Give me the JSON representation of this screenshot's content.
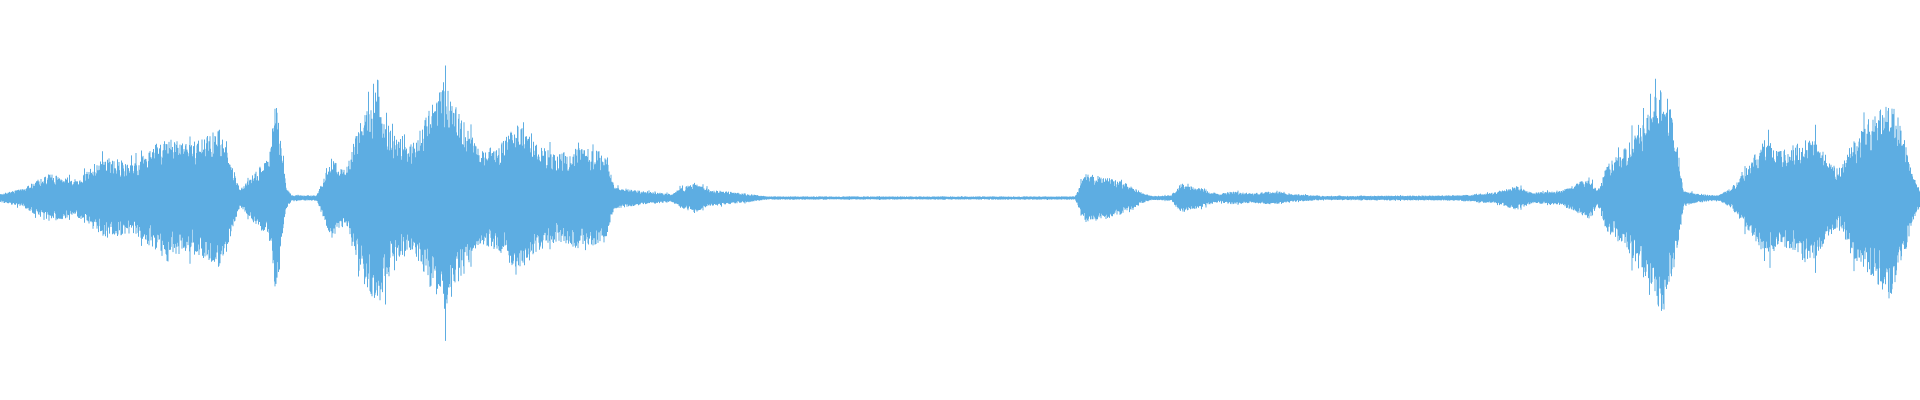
{
  "waveform": {
    "color": "#5DADE2",
    "background": "#FFFFFF",
    "envelope_keyframes": [
      [
        0.0,
        0.03
      ],
      [
        0.012,
        0.07
      ],
      [
        0.025,
        0.18
      ],
      [
        0.04,
        0.14
      ],
      [
        0.055,
        0.3
      ],
      [
        0.07,
        0.26
      ],
      [
        0.085,
        0.45
      ],
      [
        0.1,
        0.4
      ],
      [
        0.115,
        0.52
      ],
      [
        0.125,
        0.06
      ],
      [
        0.132,
        0.18
      ],
      [
        0.14,
        0.3
      ],
      [
        0.144,
        0.75
      ],
      [
        0.149,
        0.08
      ],
      [
        0.152,
        0.02
      ],
      [
        0.165,
        0.02
      ],
      [
        0.172,
        0.3
      ],
      [
        0.18,
        0.2
      ],
      [
        0.188,
        0.6
      ],
      [
        0.197,
        0.82
      ],
      [
        0.205,
        0.48
      ],
      [
        0.215,
        0.4
      ],
      [
        0.225,
        0.7
      ],
      [
        0.232,
        0.85
      ],
      [
        0.24,
        0.6
      ],
      [
        0.25,
        0.35
      ],
      [
        0.26,
        0.4
      ],
      [
        0.27,
        0.55
      ],
      [
        0.28,
        0.4
      ],
      [
        0.29,
        0.32
      ],
      [
        0.3,
        0.38
      ],
      [
        0.315,
        0.34
      ],
      [
        0.32,
        0.08
      ],
      [
        0.335,
        0.05
      ],
      [
        0.35,
        0.03
      ],
      [
        0.355,
        0.08
      ],
      [
        0.362,
        0.11
      ],
      [
        0.37,
        0.06
      ],
      [
        0.378,
        0.05
      ],
      [
        0.39,
        0.03
      ],
      [
        0.4,
        0.012
      ],
      [
        0.56,
        0.012
      ],
      [
        0.565,
        0.18
      ],
      [
        0.575,
        0.16
      ],
      [
        0.585,
        0.12
      ],
      [
        0.595,
        0.04
      ],
      [
        0.6,
        0.015
      ],
      [
        0.61,
        0.02
      ],
      [
        0.615,
        0.11
      ],
      [
        0.625,
        0.07
      ],
      [
        0.635,
        0.03
      ],
      [
        0.642,
        0.05
      ],
      [
        0.652,
        0.035
      ],
      [
        0.662,
        0.05
      ],
      [
        0.672,
        0.03
      ],
      [
        0.69,
        0.015
      ],
      [
        0.76,
        0.02
      ],
      [
        0.78,
        0.045
      ],
      [
        0.79,
        0.09
      ],
      [
        0.798,
        0.04
      ],
      [
        0.812,
        0.05
      ],
      [
        0.82,
        0.1
      ],
      [
        0.828,
        0.16
      ],
      [
        0.832,
        0.05
      ],
      [
        0.837,
        0.25
      ],
      [
        0.845,
        0.35
      ],
      [
        0.856,
        0.55
      ],
      [
        0.866,
        0.9
      ],
      [
        0.872,
        0.55
      ],
      [
        0.877,
        0.06
      ],
      [
        0.885,
        0.03
      ],
      [
        0.895,
        0.02
      ],
      [
        0.902,
        0.08
      ],
      [
        0.912,
        0.28
      ],
      [
        0.92,
        0.45
      ],
      [
        0.928,
        0.35
      ],
      [
        0.936,
        0.42
      ],
      [
        0.944,
        0.48
      ],
      [
        0.952,
        0.3
      ],
      [
        0.958,
        0.2
      ],
      [
        0.966,
        0.45
      ],
      [
        0.976,
        0.6
      ],
      [
        0.984,
        0.75
      ],
      [
        0.99,
        0.55
      ],
      [
        0.996,
        0.18
      ],
      [
        1.0,
        0.06
      ]
    ]
  }
}
